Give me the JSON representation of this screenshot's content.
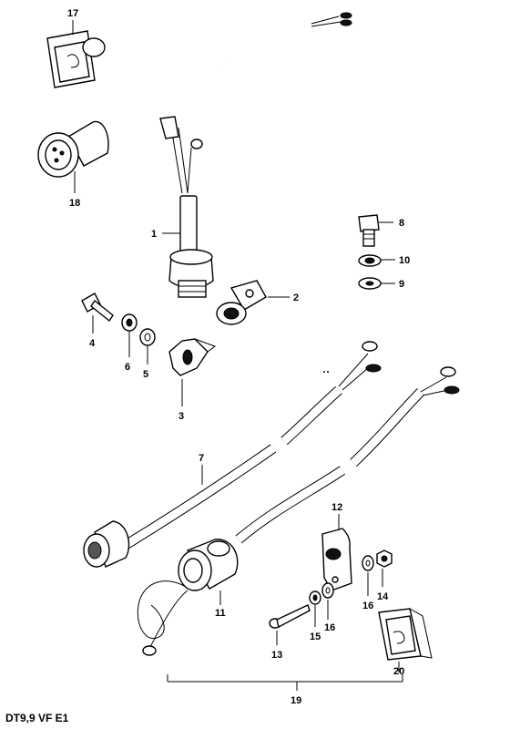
{
  "caption": "DT9,9 VF E1",
  "callouts": {
    "c1": "1",
    "c2": "2",
    "c3": "3",
    "c4": "4",
    "c5": "5",
    "c6": "6",
    "c7": "7",
    "c8": "8",
    "c9": "9",
    "c10": "10",
    "c11": "11",
    "c12": "12",
    "c13": "13",
    "c14": "14",
    "c15": "15",
    "c16a": "16",
    "c16b": "16",
    "c17": "17",
    "c18": "18",
    "c19": "19",
    "c20": "20"
  }
}
